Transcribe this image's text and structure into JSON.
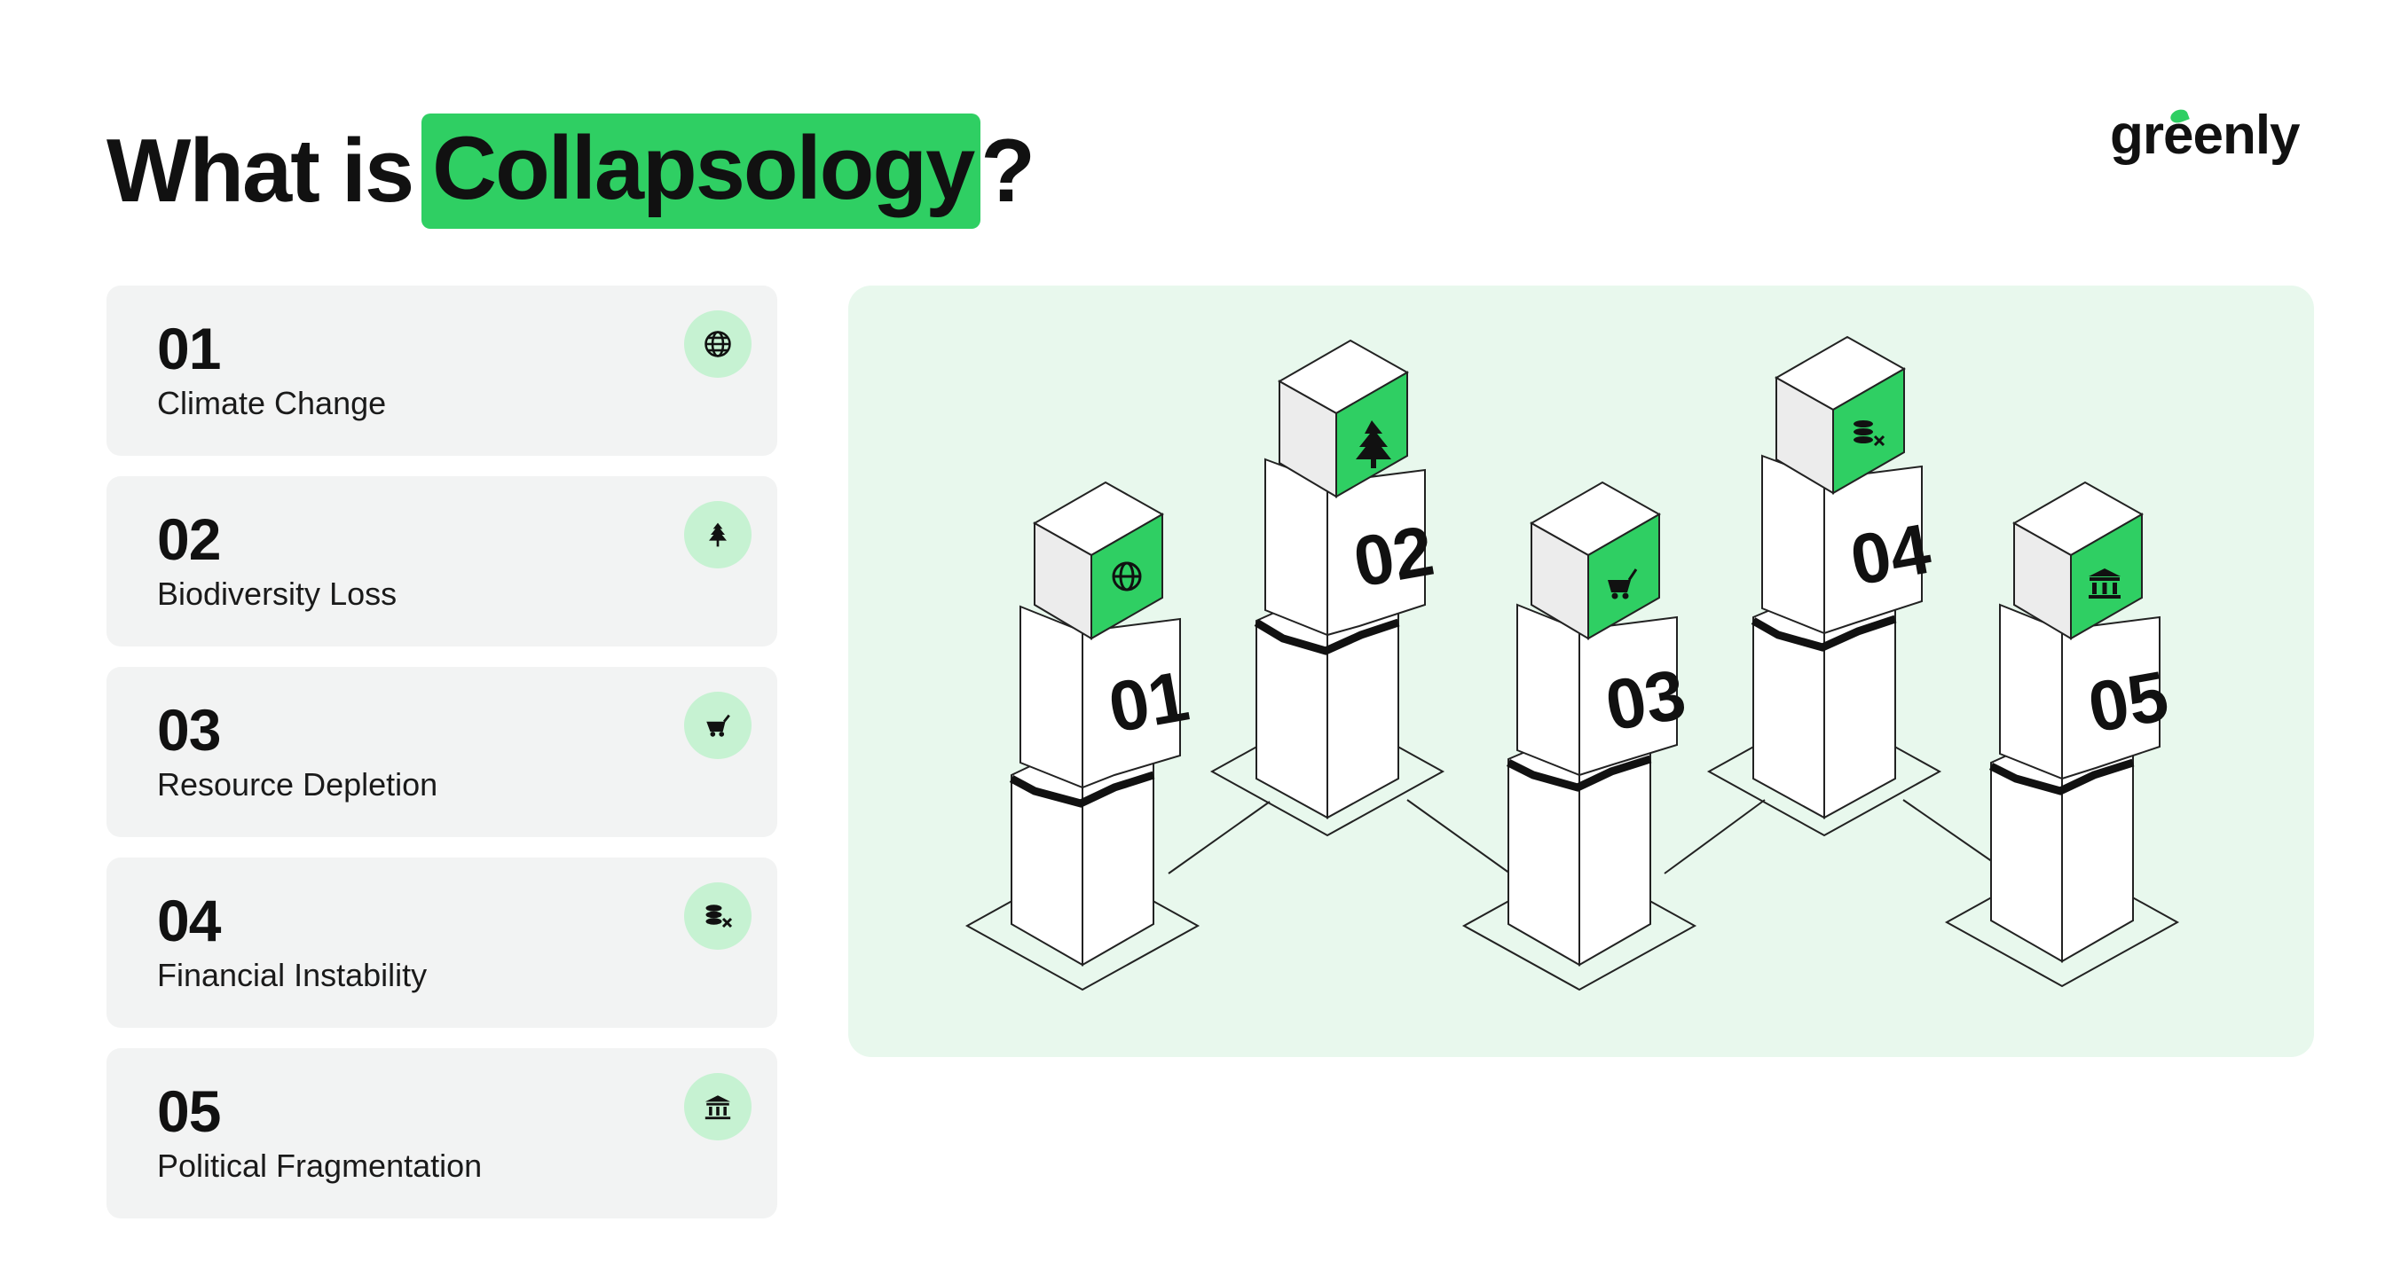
{
  "header": {
    "title_prefix": "What is ",
    "title_highlight": "Collapsology",
    "title_suffix": "?",
    "logo": "greenly"
  },
  "colors": {
    "accent": "#2fcf63",
    "badge": "#c6f2d2",
    "card": "#f2f3f3",
    "panel": "#e8f8ed"
  },
  "items": [
    {
      "number": "01",
      "label": "Climate Change",
      "icon": "globe-icon"
    },
    {
      "number": "02",
      "label": "Biodiversity Loss",
      "icon": "tree-icon"
    },
    {
      "number": "03",
      "label": "Resource Depletion",
      "icon": "ore-cart-icon"
    },
    {
      "number": "04",
      "label": "Financial Instability",
      "icon": "coins-crossed-icon"
    },
    {
      "number": "05",
      "label": "Political Fragmentation",
      "icon": "government-building-icon"
    }
  ]
}
